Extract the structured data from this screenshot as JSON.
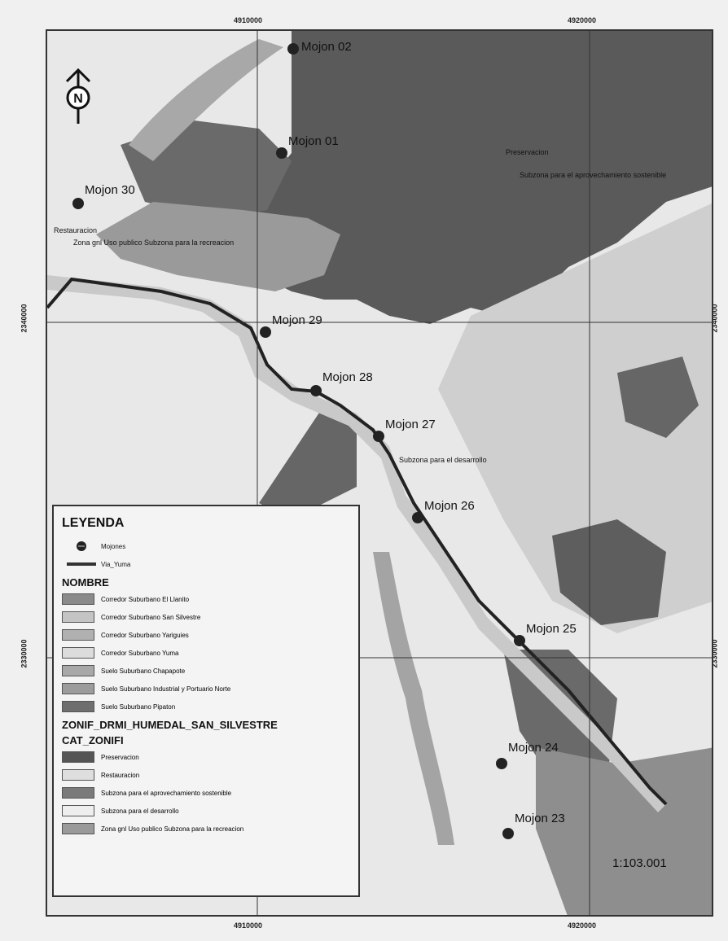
{
  "coords": {
    "x_top_left": "4910000",
    "x_top_right": "4920000",
    "x_bottom_left": "4910000",
    "x_bottom_right": "4920000",
    "y_upper_left": "2340000",
    "y_upper_right": "2340000",
    "y_lower_left": "2330000",
    "y_lower_right": "2330000"
  },
  "north_letter": "N",
  "markers": [
    {
      "label": "Mojon 02"
    },
    {
      "label": "Mojon 01"
    },
    {
      "label": "Mojon 30"
    },
    {
      "label": "Mojon 29"
    },
    {
      "label": "Mojon 28"
    },
    {
      "label": "Mojon 27"
    },
    {
      "label": "Mojon 26"
    },
    {
      "label": "Mojon 25"
    },
    {
      "label": "Mojon 24"
    },
    {
      "label": "Mojon 23"
    }
  ],
  "zone_labels": {
    "preservacion": "Preservacion",
    "aprovechamiento": "Subzona para el aprovechamiento sostenible",
    "restauracion": "Restauracion",
    "recreacion": "Zona gnl Uso publico Subzona para la recreacion",
    "desarrollo": "Subzona para el desarrollo"
  },
  "legend": {
    "title": "LEYENDA",
    "mojones": "Mojones",
    "via": "Via_Yuma",
    "nombre_title": "NOMBRE",
    "nombre_items": [
      {
        "label": "Corredor Suburbano El Llanito",
        "color": "#8a8a8a"
      },
      {
        "label": "Corredor Suburbano San Silvestre",
        "color": "#c4c4c4"
      },
      {
        "label": "Corredor Suburbano Yariguies",
        "color": "#b0b0b0"
      },
      {
        "label": "Corredor Suburbano Yuma",
        "color": "#dcdcdc"
      },
      {
        "label": "Suelo Suburbano Chapapote",
        "color": "#a8a8a8"
      },
      {
        "label": "Suelo Suburbano Industrial y Portuario Norte",
        "color": "#9c9c9c"
      },
      {
        "label": "Suelo Suburbano Pipaton",
        "color": "#6e6e6e"
      }
    ],
    "zonif_title": "ZONIF_DRMI_HUMEDAL_SAN_SILVESTRE",
    "cat_title": "CAT_ZONIFI",
    "cat_items": [
      {
        "label": "Preservacion",
        "color": "#555555"
      },
      {
        "label": "Restauracion",
        "color": "#dedede"
      },
      {
        "label": "Subzona para el aprovechamiento sostenible",
        "color": "#7a7a7a"
      },
      {
        "label": "Subzona para el desarrollo",
        "color": "#eeeeee"
      },
      {
        "label": "Zona gnl Uso publico Subzona para la recreacion",
        "color": "#9a9a9a"
      }
    ]
  },
  "scale": "1:103.001"
}
